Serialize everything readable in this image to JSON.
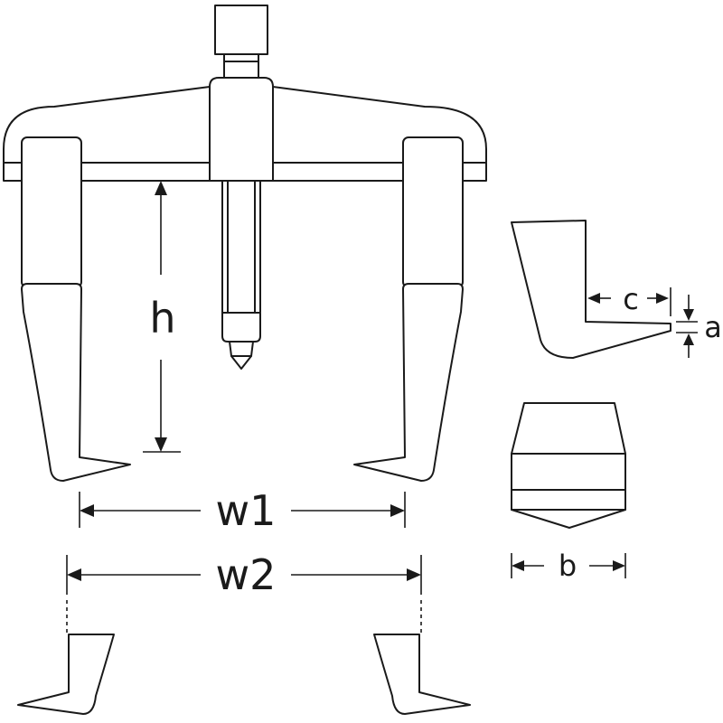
{
  "diagram": {
    "labels": {
      "h": "h",
      "w1": "w1",
      "w2": "w2",
      "a": "a",
      "b": "b",
      "c": "c"
    }
  }
}
